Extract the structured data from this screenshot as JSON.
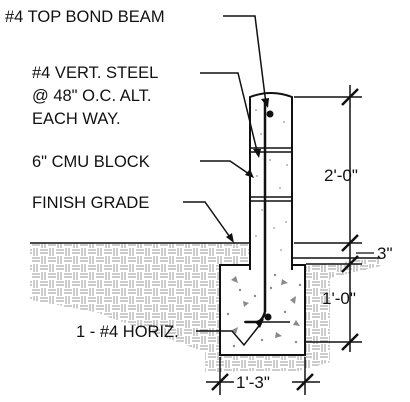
{
  "callouts": {
    "bond_beam": "#4 TOP BOND BEAM",
    "vert_steel_1": "#4 VERT. STEEL",
    "vert_steel_2": "@ 48\" O.C. ALT.",
    "vert_steel_3": "EACH WAY.",
    "cmu": "6\" CMU BLOCK",
    "grade": "FINISH GRADE",
    "horiz": "1 - #4 HORIZ."
  },
  "dimensions": {
    "wall_height": "2'-0\"",
    "embed": "3\"",
    "footing_depth": "1'-0\"",
    "footing_width": "1'-3\""
  },
  "colors": {
    "line": "#111111",
    "fill": "#ffffff",
    "concrete_dots": "#8a8a8a",
    "hatch": "#9a9a9a"
  }
}
